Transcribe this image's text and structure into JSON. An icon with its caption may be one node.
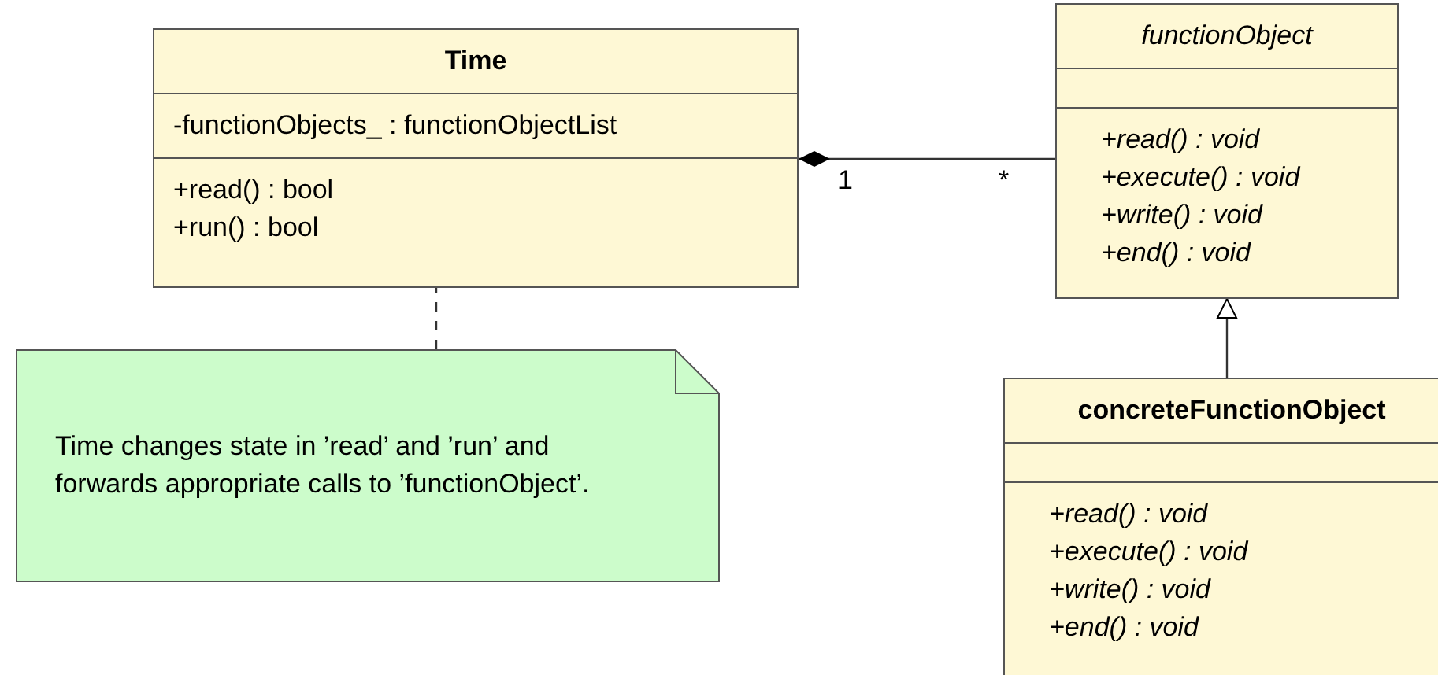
{
  "diagram": {
    "nodes": [
      {
        "text": [
          "Time",
          "-functionObjects_ : functionObjectList",
          "+read() : bool",
          "+run() : bool"
        ]
      },
      {
        "text": [
          "functionObject",
          "+read() : void",
          "+execute() : void",
          "+write() : void",
          "+end() : void"
        ]
      },
      {
        "text": [
          "Time changes state in ’read’ and ’run’ and forwards appropriate calls to ’functionObject’."
        ]
      },
      {
        "text": [
          "concreteFunctionObject",
          "+read() : void",
          "+execute() : void",
          "+write() : void",
          "+end() : void"
        ]
      }
    ],
    "edges": [
      {
        "from": 0,
        "to": 1,
        "arrow": "other"
      },
      {
        "from": 2,
        "to": 0,
        "arrow": "none",
        "style": "dashed"
      },
      {
        "from": 3,
        "to": 1,
        "arrow": "to"
      }
    ],
    "labels": [
      "1",
      "*"
    ]
  }
}
